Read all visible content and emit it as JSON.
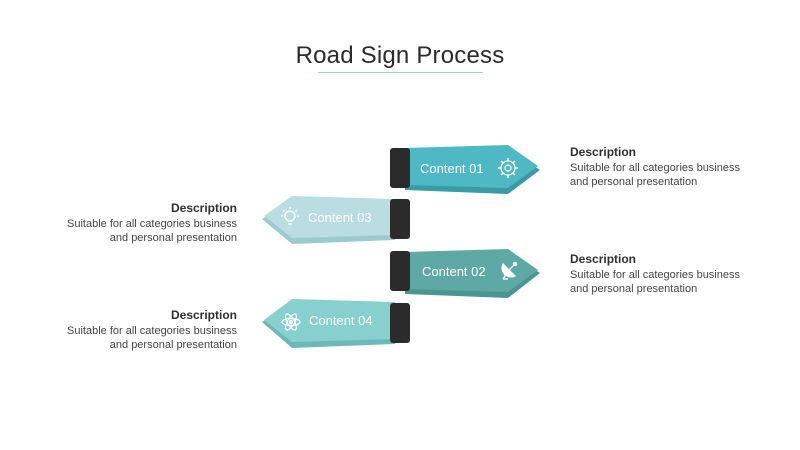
{
  "title": "Road Sign Process",
  "colors": {
    "sign1": "#4fb8c5",
    "sign2": "#5ea9a6",
    "sign3": "#b9dde0",
    "sign4": "#88cfd0",
    "post": "#2b2b2b"
  },
  "signs": [
    {
      "label": "Content 01",
      "icon": "gear-icon"
    },
    {
      "label": "Content 03",
      "icon": "lightbulb-icon"
    },
    {
      "label": "Content 02",
      "icon": "satellite-dish-icon"
    },
    {
      "label": "Content 04",
      "icon": "atom-icon"
    }
  ],
  "descriptions": [
    {
      "heading": "Description",
      "line1": "Suitable for all categories business",
      "line2": "and personal presentation"
    },
    {
      "heading": "Description",
      "line1": "Suitable for all categories business",
      "line2": "and personal presentation"
    },
    {
      "heading": "Description",
      "line1": "Suitable for all categories business",
      "line2": "and personal presentation"
    },
    {
      "heading": "Description",
      "line1": "Suitable for all categories business",
      "line2": "and personal presentation"
    }
  ]
}
